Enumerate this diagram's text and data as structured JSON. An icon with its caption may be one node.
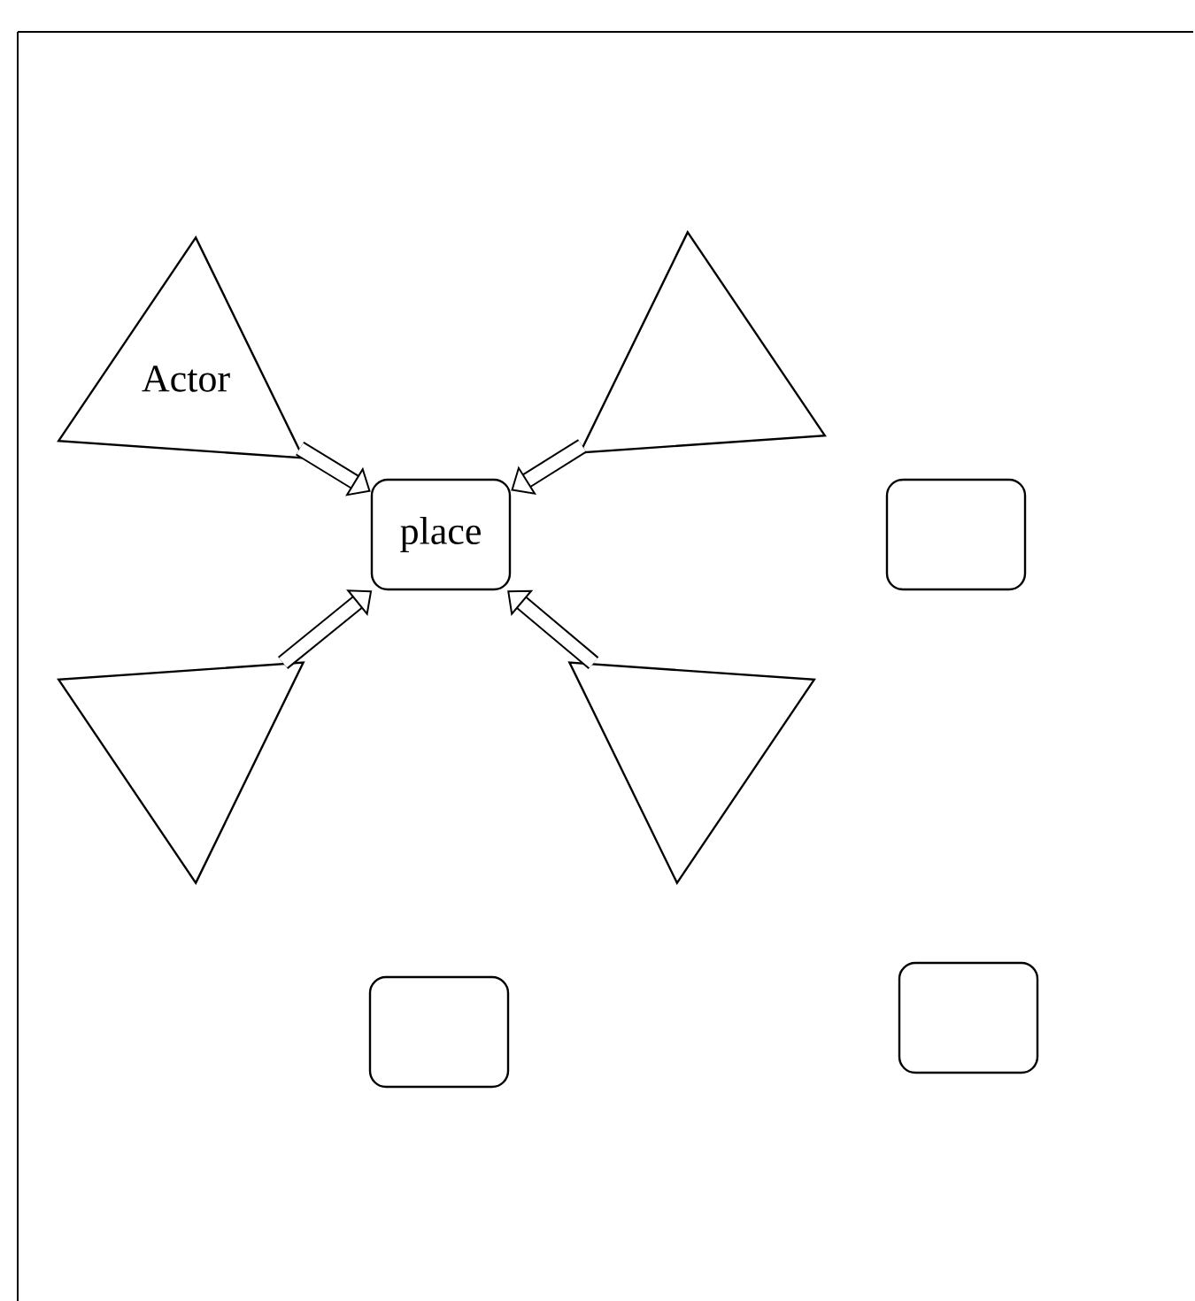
{
  "diagram": {
    "nodes": [
      {
        "text": [
          "Actor"
        ]
      },
      {
        "text": [],
        "shape": "triangle"
      },
      {
        "text": [
          "place"
        ]
      },
      {
        "text": [],
        "shape": "box"
      },
      {
        "text": [],
        "shape": "triangle"
      },
      {
        "text": [],
        "shape": "triangle"
      },
      {
        "text": [],
        "shape": "box"
      },
      {
        "text": [],
        "shape": "box"
      }
    ],
    "edges": [
      {
        "from": 0,
        "to": 2,
        "arrow": "to"
      },
      {
        "from": 1,
        "to": 2,
        "arrow": "to"
      },
      {
        "from": 4,
        "to": 2,
        "arrow": "to"
      },
      {
        "from": 5,
        "to": 2,
        "arrow": "to"
      }
    ]
  }
}
